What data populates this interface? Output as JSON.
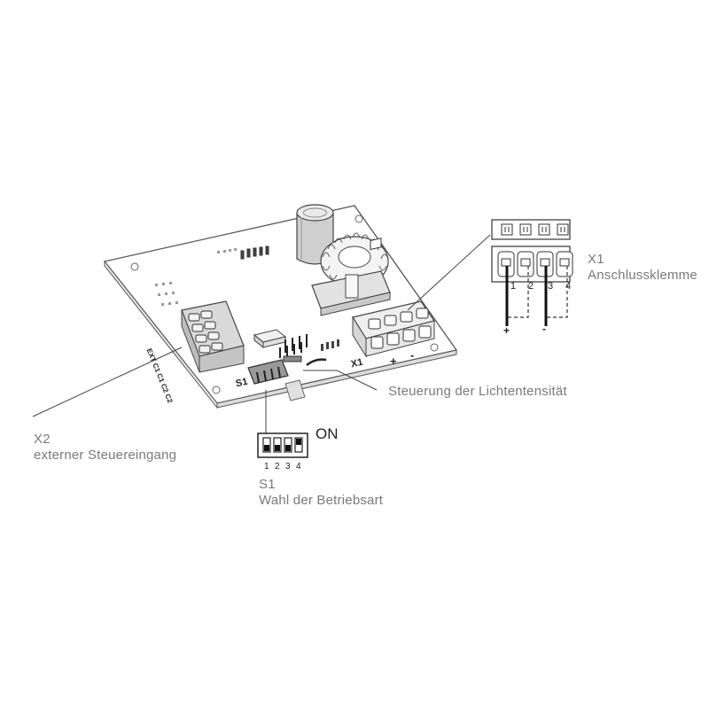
{
  "callouts": {
    "x1": {
      "title": "X1",
      "subtitle": "Anschlussklemme"
    },
    "light": {
      "text": "Steuerung der Lichtentensität"
    },
    "x2": {
      "title": "X2",
      "subtitle": "externer Steuereingang"
    },
    "s1": {
      "title": "S1",
      "subtitle": "Wahl der Betriebsart"
    }
  },
  "dip_switch": {
    "on_label": "ON",
    "numbers": [
      "1",
      "2",
      "3",
      "4"
    ]
  },
  "x1_terminal": {
    "numbers": [
      "1",
      "2",
      "3",
      "4"
    ],
    "plus": "+",
    "minus": "-"
  },
  "pcb_labels": {
    "x1": "X1",
    "s1": "S1",
    "plus": "+",
    "minus": "-",
    "x2_pins": "EXT C1 C1 C2 C2"
  }
}
